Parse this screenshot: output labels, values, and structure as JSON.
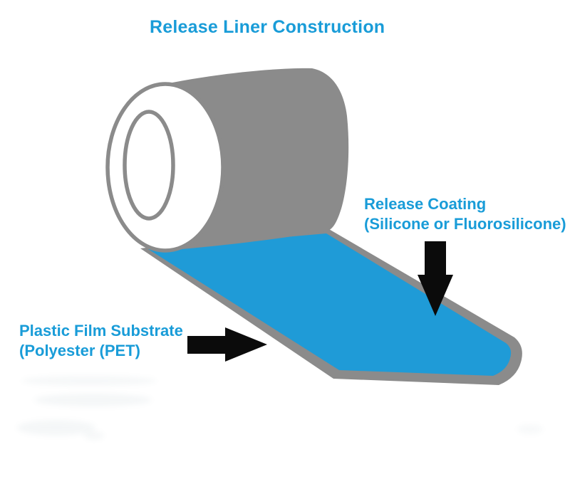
{
  "title": "Release Liner Construction",
  "labels": {
    "coating": {
      "line1": "Release Coating",
      "line2": "(Silicone or Fluorosilicone)"
    },
    "substrate": {
      "line1": "Plastic Film Substrate",
      "line2": "(Polyester (PET)"
    }
  },
  "icons": {
    "coating_pointer": "down-arrow",
    "substrate_pointer": "right-arrow"
  },
  "colors": {
    "background": "#ffffff",
    "label_blue": "#199cd8",
    "coating_blue": "#1f9bd7",
    "liner_gray": "#8b8b8b",
    "face_white": "#ffffff",
    "arrow_black": "#0b0b0b"
  }
}
